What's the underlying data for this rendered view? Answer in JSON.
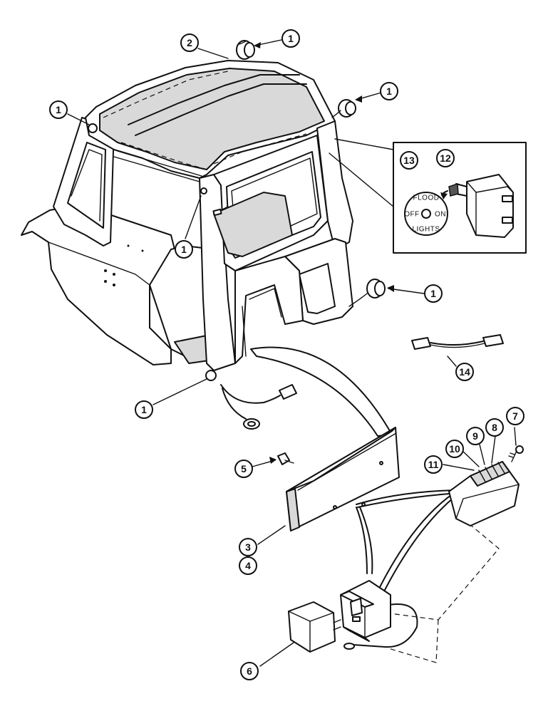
{
  "callouts": {
    "c1_top": "1",
    "c2": "2",
    "c1_upper_right": "1",
    "c1_left": "1",
    "c1_pillar": "1",
    "c13": "13",
    "c12": "12",
    "c1_right": "1",
    "c14": "14",
    "c1_bottom": "1",
    "c7": "7",
    "c8": "8",
    "c9": "9",
    "c10": "10",
    "c11": "11",
    "c5": "5",
    "c3": "3",
    "c4": "4",
    "c6": "6"
  },
  "switch_dial": {
    "top": "FLOOD",
    "left": "OFF",
    "right": "ON",
    "bottom": "LIGHTS"
  }
}
